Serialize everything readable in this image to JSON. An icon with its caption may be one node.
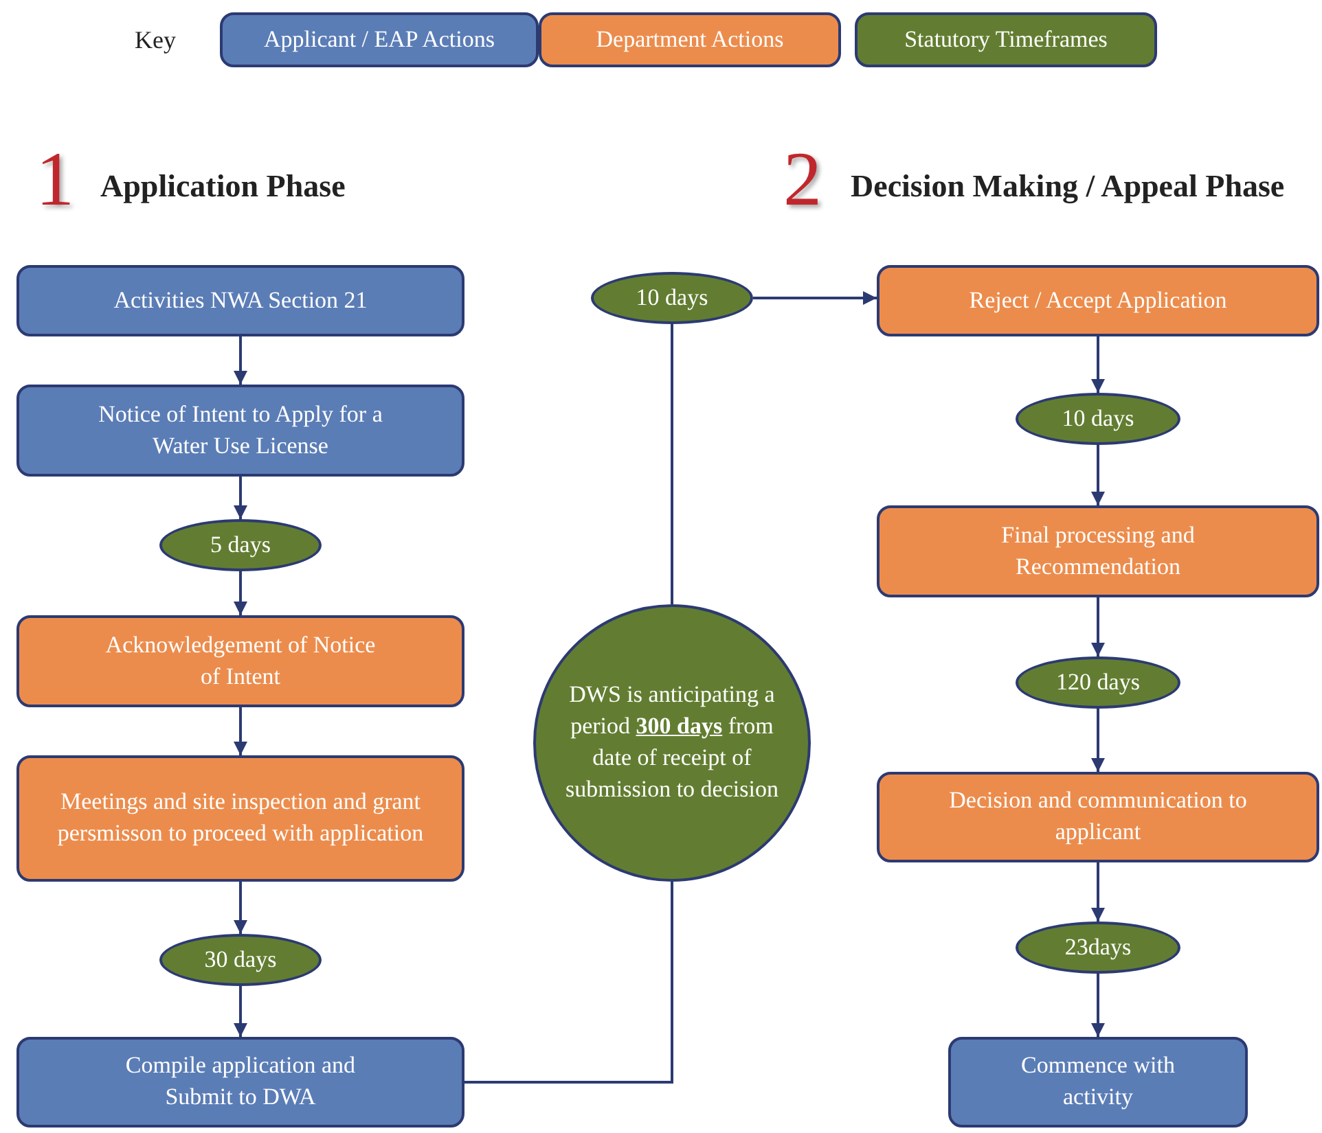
{
  "diagram": {
    "nodes": [
      {
        "text": [
          "Activities NWA Section 21"
        ]
      },
      {
        "text": [
          "Notice of Intent to Apply for a Water Use License"
        ]
      },
      {
        "text": [
          "5 days"
        ]
      },
      {
        "text": [
          "Acknowledgement of Notice of Intent"
        ]
      },
      {
        "text": [
          "Meetings and site inspection and grant persmisson to proceed with application"
        ]
      },
      {
        "text": [
          "30 days"
        ]
      },
      {
        "text": [
          "Compile application and Submit to DWA"
        ]
      },
      {
        "text": [
          "DWS is anticipating a period **300 days** from date of receipt of submission to decision"
        ]
      },
      {
        "text": [
          "10 days"
        ]
      },
      {
        "text": [
          "Reject / Accept Application"
        ]
      },
      {
        "text": [
          "10 days"
        ]
      },
      {
        "text": [
          "Final processing and Recommendation"
        ]
      },
      {
        "text": [
          "120 days"
        ]
      },
      {
        "text": [
          "Decision and communication to applicant"
        ]
      },
      {
        "text": [
          "23days"
        ]
      },
      {
        "text": [
          "Commence with activity"
        ]
      }
    ],
    "edges": [
      {
        "from": 0,
        "to": 1,
        "arrow": "to"
      },
      {
        "from": 1,
        "to": 2,
        "arrow": "to"
      },
      {
        "from": 2,
        "to": 3,
        "arrow": "to"
      },
      {
        "from": 3,
        "to": 4,
        "arrow": "to"
      },
      {
        "from": 4,
        "to": 5,
        "arrow": "to"
      },
      {
        "from": 5,
        "to": 6,
        "arrow": "to"
      },
      {
        "from": 6,
        "to": 7,
        "arrow": "none"
      },
      {
        "from": 7,
        "to": 8,
        "arrow": "none"
      },
      {
        "from": 8,
        "to": 9,
        "arrow": "to"
      },
      {
        "from": 9,
        "to": 10,
        "arrow": "to"
      },
      {
        "from": 10,
        "to": 11,
        "arrow": "to"
      },
      {
        "from": 11,
        "to": 12,
        "arrow": "to"
      },
      {
        "from": 12,
        "to": 13,
        "arrow": "to"
      },
      {
        "from": 13,
        "to": 14,
        "arrow": "to"
      },
      {
        "from": 14,
        "to": 15,
        "arrow": "to"
      }
    ],
    "labels": [
      "Key",
      "1",
      "Application Phase",
      "2",
      "Decision Making / Appeal Phase"
    ],
    "legend": [
      {
        "text": "Applicant / EAP Actions",
        "color": "#5b7db6"
      },
      {
        "text": "Department Actions",
        "color": "#ec8c4c"
      },
      {
        "text": "Statutory Timeframes",
        "color": "#627d31"
      }
    ]
  }
}
